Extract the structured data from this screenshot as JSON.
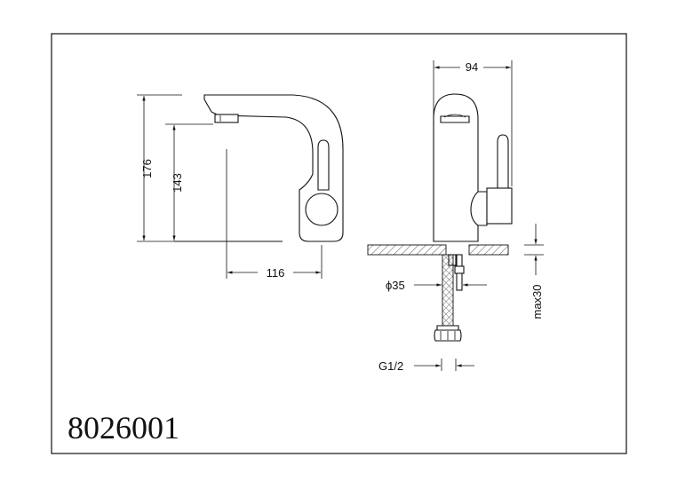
{
  "drawing": {
    "product_code": "8026001",
    "dimensions": {
      "total_height": "176",
      "spout_height": "143",
      "spout_reach": "116",
      "body_width": "94",
      "hole_diameter": "ϕ35",
      "max_counter_thickness": "max30",
      "thread": "G1/2"
    }
  }
}
